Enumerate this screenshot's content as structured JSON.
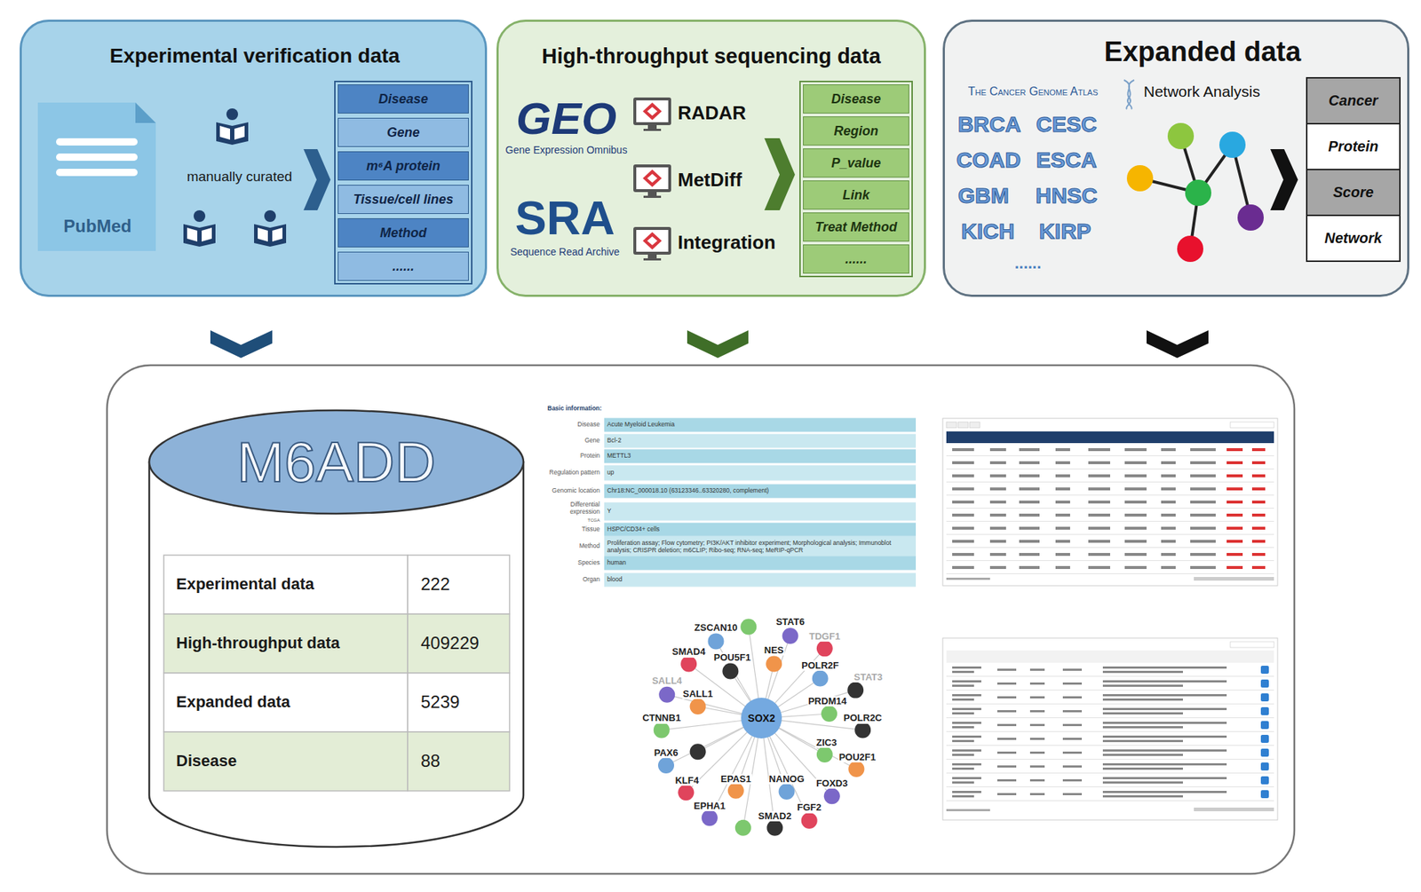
{
  "diagram": {
    "nodes": [
      {
        "text": [
          "Experimental verification data"
        ]
      },
      {
        "text": [
          "Disease"
        ],
        "in": 0
      },
      {
        "text": [
          "Gene"
        ],
        "in": 0
      },
      {
        "text": [
          "m⁶A protein"
        ],
        "in": 0
      },
      {
        "text": [
          "Tissue/cell lines"
        ],
        "in": 0
      },
      {
        "text": [
          "Method"
        ],
        "in": 0
      },
      {
        "text": [
          "......"
        ],
        "in": 0
      },
      {
        "text": [
          "High-throughput sequencing data"
        ]
      },
      {
        "text": [
          "Disease"
        ],
        "in": 7
      },
      {
        "text": [
          "Region"
        ],
        "in": 7
      },
      {
        "text": [
          "P_value"
        ],
        "in": 7
      },
      {
        "text": [
          "Link"
        ],
        "in": 7
      },
      {
        "text": [
          "Treat Method"
        ],
        "in": 7
      },
      {
        "text": [
          "......"
        ],
        "in": 7
      },
      {
        "text": [
          "Expanded data"
        ]
      },
      {
        "text": [
          "Cancer"
        ],
        "in": 14
      },
      {
        "text": [
          "Protein"
        ],
        "in": 14
      },
      {
        "text": [
          "Score"
        ],
        "in": 14
      },
      {
        "text": [
          "Network"
        ],
        "in": 14
      },
      {
        "text": [
          "M6ADD"
        ]
      },
      {
        "text": [
          "SOX2"
        ]
      }
    ],
    "labels": [
      "PubMed",
      "manually curated",
      "GEO",
      "Gene Expression Omnibus",
      "SRA",
      "Sequence Read Archive",
      "RADAR",
      "MetDiff",
      "Integration",
      "The Cancer Genome Atlas",
      "Network Analysis",
      "BRCA",
      "CESC",
      "COAD",
      "ESCA",
      "GBM",
      "HNSC",
      "KICH",
      "KIRP",
      "......",
      "Experimental data",
      "222",
      "High-throughput data",
      "409229",
      "Expanded data",
      "5239",
      "Disease",
      "88",
      "Basic information:",
      "Disease",
      "Acute Myeloid Leukemia",
      "Gene",
      "Bcl-2",
      "Protein",
      "METTL3",
      "Regulation pattern",
      "up",
      "Genomic location",
      "Chr18:NC_000018.10 (63123346..63320280, complement)",
      "Differential expression",
      "TCGA",
      "Y",
      "Tissue",
      "HSPC/CD34+ cells",
      "Method",
      "Proliferation assay; Flow cytometry; PI3K/AKT inhibitor experiment; Morphological analysis; Immunoblot analysis; CRISPR deletion; m6CLIP; Ribo-seq; RNA-seq; MeRIP-qPCR",
      "Species",
      "human",
      "Organ",
      "blood",
      "ZSCAN10",
      "STAT6",
      "TDGF1",
      "NES",
      "POU5F1",
      "SMAD4",
      "POLR2F",
      "STAT3",
      "SALL4",
      "SALL1",
      "PRDM14",
      "POLR2C",
      "CTNNB1",
      "ZIC3",
      "PAX6",
      "POU2F1",
      "KLF4",
      "EPAS1",
      "NANOG",
      "FOXD3",
      "EPHA1",
      "SMAD2",
      "FGF2"
    ]
  }
}
